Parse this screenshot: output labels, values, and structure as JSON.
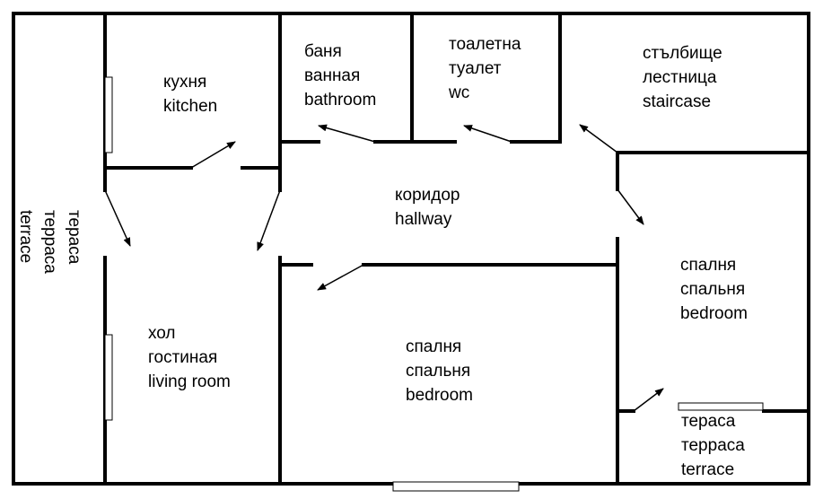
{
  "rooms": {
    "kitchen": [
      "кухня",
      "kitchen"
    ],
    "bathroom": [
      "баня",
      "ванная",
      "bathroom"
    ],
    "wc": [
      "тоалетна",
      "туалет",
      "wc"
    ],
    "staircase": [
      "стълбище",
      "лестница",
      "staircase"
    ],
    "hallway": [
      "коридор",
      "hallway"
    ],
    "living_room": [
      "хол",
      "гостиная",
      "living room"
    ],
    "bedroom_center": [
      "спалня",
      "спальня",
      "bedroom"
    ],
    "bedroom_right": [
      "спалня",
      "спальня",
      "bedroom"
    ],
    "terrace_right": [
      "тераса",
      "терраса",
      "terrace"
    ],
    "terrace_left": [
      "тераса",
      "терраса",
      "terrace"
    ]
  },
  "colors": {
    "wall": "#000000",
    "window_fill": "#ffffff"
  }
}
